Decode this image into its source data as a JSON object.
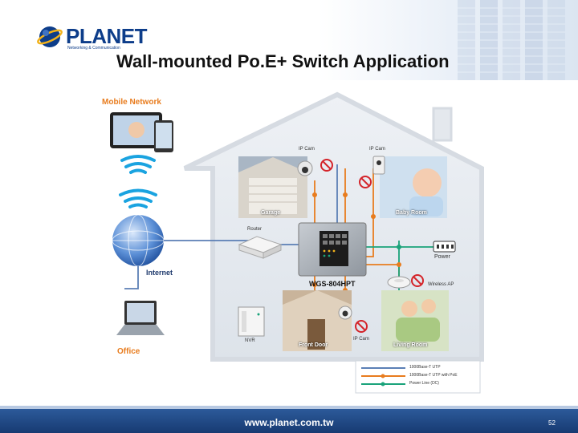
{
  "header": {
    "logo_word": "PLANET",
    "logo_tagline": "Networking & Communication",
    "title": "Wall-mounted Po.E+ Switch Application"
  },
  "diagram": {
    "mobile_network": "Mobile Network",
    "internet": "Internet",
    "office": "Office",
    "router": "Router",
    "switch_model": "WGS-804HPT",
    "nvr": "NVR",
    "garage": "Garage",
    "baby_room": "Baby Room",
    "ip_cam_left": "IP Cam",
    "ip_cam_right": "IP Cam",
    "ip_cam_front": "IP Cam",
    "front_door": "Front Door",
    "living_room": "Living Room",
    "power": "Power",
    "wireless_ap": "Wireless AP",
    "legend": [
      {
        "label": "1000Base-T UTP",
        "color": "#5b7fb5"
      },
      {
        "label": "1000Base-T UTP with PoE",
        "color": "#e87c1e"
      },
      {
        "label": "Power Line (DC)",
        "color": "#1aa37a"
      }
    ]
  },
  "footer": {
    "website": "www.planet.com.tw",
    "page_number": "52"
  },
  "colors": {
    "brand_blue": "#0d3d8a",
    "orange_link": "#e87c1e",
    "power_line": "#1aa37a",
    "utp_line": "#5b7fb5"
  }
}
